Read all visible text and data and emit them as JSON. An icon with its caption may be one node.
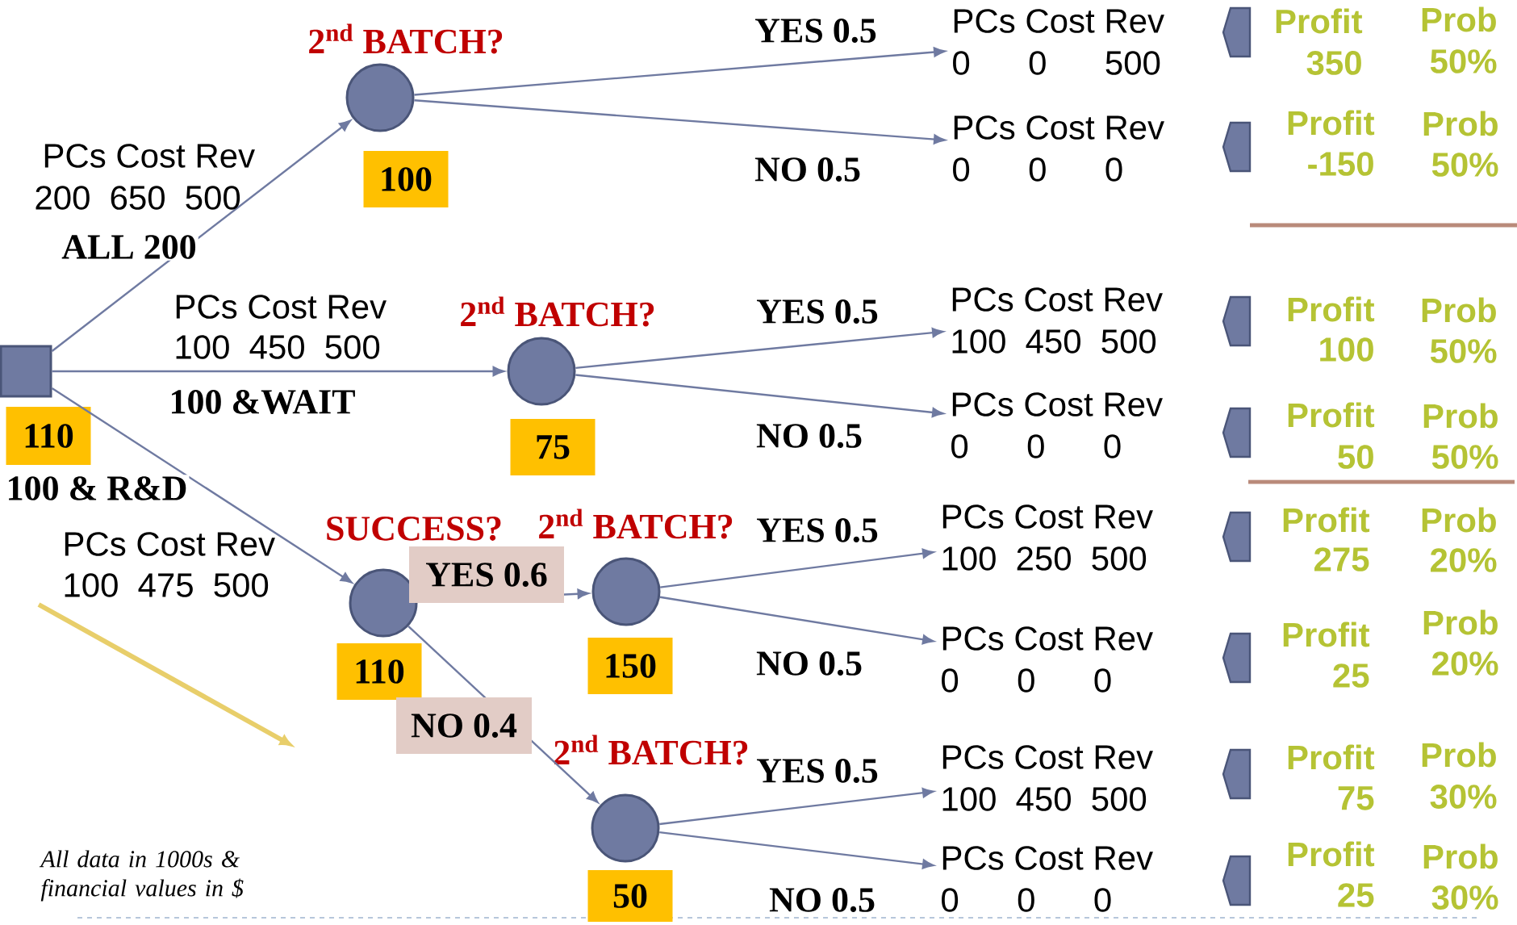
{
  "diagram": {
    "nodes": [
      {
        "text": [],
        "shape": "box"
      },
      {
        "text": [
          "110"
        ]
      },
      {
        "text": [
          "2$^{nd}$ BATCH?"
        ]
      },
      {
        "text": [
          "100"
        ]
      },
      {
        "text": [
          "PCs Cost Rev",
          "0 0 500"
        ]
      },
      {
        "text": [
          "PCs Cost Rev",
          "0 0 0"
        ]
      },
      {
        "text": [
          "2$^{nd}$ BATCH?"
        ]
      },
      {
        "text": [
          "75"
        ]
      },
      {
        "text": [
          "PCs Cost Rev",
          "100 450 500"
        ]
      },
      {
        "text": [
          "PCs Cost Rev",
          "0 0 0"
        ]
      },
      {
        "text": [
          "SUCCESS?"
        ]
      },
      {
        "text": [
          "110"
        ]
      },
      {
        "text": [
          "2$^{nd}$ BATCH?"
        ]
      },
      {
        "text": [
          "150"
        ]
      },
      {
        "text": [
          "PCs Cost Rev",
          "100 250 500"
        ]
      },
      {
        "text": [
          "PCs Cost Rev",
          "0 0 0"
        ]
      },
      {
        "text": [
          "2$^{nd}$ BATCH?"
        ]
      },
      {
        "text": [
          "50"
        ]
      },
      {
        "text": [
          "PCs Cost Rev",
          "100 450 500"
        ]
      },
      {
        "text": [
          "PCs Cost Rev",
          "0 0 0"
        ]
      },
      {
        "text": [],
        "shape": "pentagon",
        "beside": [
          "Profit",
          "350",
          "Prob",
          "50%"
        ]
      },
      {
        "text": [],
        "shape": "pentagon",
        "beside": [
          "Profit",
          "-150",
          "Prob",
          "50%"
        ]
      },
      {
        "text": [],
        "shape": "pentagon",
        "beside": [
          "Profit",
          "100",
          "Prob",
          "50%"
        ]
      },
      {
        "text": [],
        "shape": "pentagon",
        "beside": [
          "Profit",
          "50",
          "Prob",
          "50%"
        ]
      },
      {
        "text": [],
        "shape": "pentagon",
        "beside": [
          "Profit",
          "275",
          "Prob",
          "20%"
        ]
      },
      {
        "text": [],
        "shape": "pentagon",
        "beside": [
          "Profit",
          "25",
          "Prob",
          "20%"
        ]
      },
      {
        "text": [],
        "shape": "pentagon",
        "beside": [
          "Profit",
          "75",
          "Prob",
          "30%"
        ]
      },
      {
        "text": [],
        "shape": "pentagon",
        "beside": [
          "Profit",
          "25",
          "Prob",
          "30%"
        ]
      }
    ],
    "edges": [
      {
        "from": 0,
        "to": 2,
        "arrow": "to",
        "label": "ALL 200"
      },
      {
        "from": 0,
        "to": 6,
        "arrow": "to",
        "label": "100 &WAIT"
      },
      {
        "from": 0,
        "to": 10,
        "arrow": "to",
        "label": "100 & R&D"
      },
      {
        "from": 2,
        "to": 4,
        "arrow": "to",
        "label": "YES 0.5"
      },
      {
        "from": 2,
        "to": 5,
        "arrow": "to",
        "label": "NO 0.5"
      },
      {
        "from": 6,
        "to": 8,
        "arrow": "to",
        "label": "YES 0.5"
      },
      {
        "from": 6,
        "to": 9,
        "arrow": "to",
        "label": "NO 0.5"
      },
      {
        "from": 10,
        "to": 12,
        "arrow": "to",
        "label": "YES 0.6"
      },
      {
        "from": 10,
        "to": 16,
        "arrow": "to",
        "label": "NO 0.4"
      },
      {
        "from": 12,
        "to": 14,
        "arrow": "to",
        "label": "YES 0.5"
      },
      {
        "from": 12,
        "to": 15,
        "arrow": "to",
        "label": "NO 0.5"
      },
      {
        "from": 16,
        "to": 18,
        "arrow": "to",
        "label": "YES 0.5"
      },
      {
        "from": 16,
        "to": 19,
        "arrow": "to",
        "label": "NO 0.5"
      }
    ],
    "labels": [
      "PCs Cost Rev",
      "200 650 500",
      "PCs Cost Rev",
      "100 450 500",
      "PCs Cost Rev",
      "100 475 500",
      "All data in 1000s & financial values in $"
    ]
  }
}
